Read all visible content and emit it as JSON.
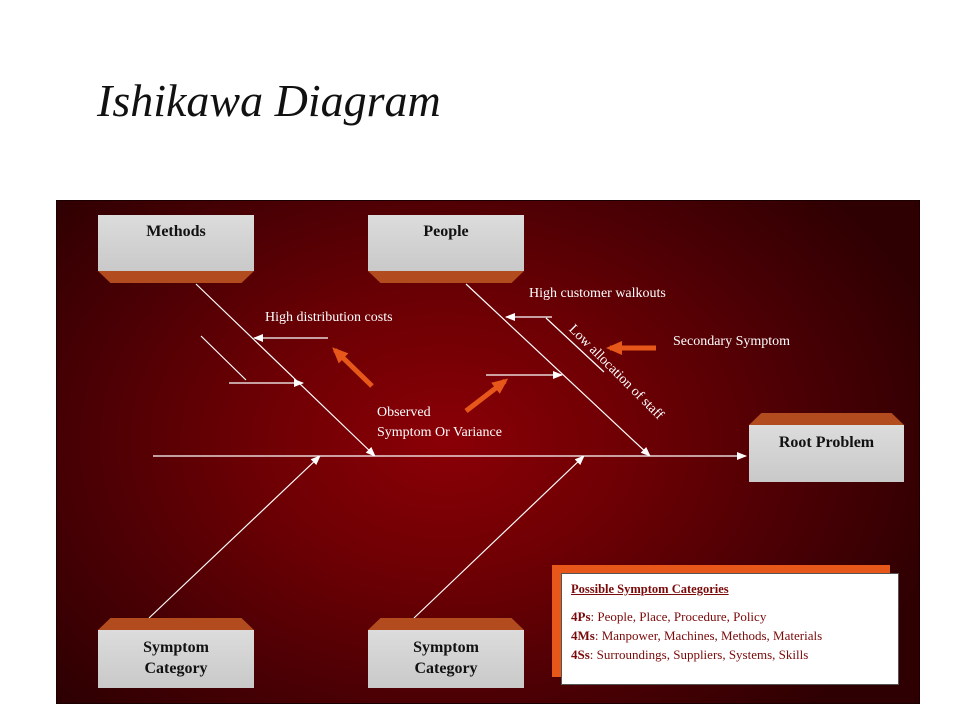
{
  "title": "Ishikawa Diagram",
  "boxes": {
    "methods": "Methods",
    "people": "People",
    "root_problem": "Root Problem",
    "symptom_category_1": [
      "Symptom",
      "Category"
    ],
    "symptom_category_2": [
      "Symptom",
      "Category"
    ]
  },
  "labels": {
    "high_distribution_costs": "High distribution costs",
    "high_customer_walkouts": "High customer walkouts",
    "secondary_symptom": "Secondary Symptom",
    "low_allocation": "Low allocation of staff",
    "observed_line1": "Observed",
    "observed_line2": "Symptom Or  Variance"
  },
  "legend": {
    "heading": "Possible Symptom Categories",
    "rows": [
      {
        "key": "4Ps",
        "text": ": People, Place, Procedure, Policy"
      },
      {
        "key": "4Ms",
        "text": ": Manpower, Machines, Methods, Materials"
      },
      {
        "key": "4Ss",
        "text": ": Surroundings, Suppliers, Systems,  Skills"
      }
    ]
  },
  "colors": {
    "arrow_orange": "#e8571a",
    "box_bevel": "#b24b1d",
    "panel_red": "#7a0006"
  }
}
